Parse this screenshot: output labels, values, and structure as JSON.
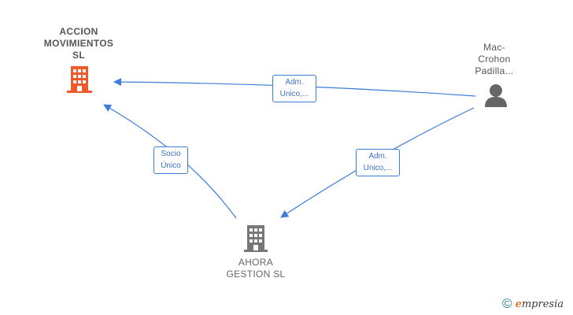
{
  "nodes": {
    "main": {
      "lines": [
        "ACCION",
        "MOVIMIENTOS",
        "SL"
      ],
      "icon": "building-icon",
      "color": "#f05a2a"
    },
    "person": {
      "lines": [
        "Mac-",
        "Crohon",
        "Padilla..."
      ],
      "icon": "person-icon",
      "color": "#666666"
    },
    "company": {
      "lines": [
        "AHORA",
        "GESTION SL"
      ],
      "icon": "building-icon",
      "color": "#777777"
    }
  },
  "edges": [
    {
      "from": "person",
      "to": "main",
      "lines": [
        "Adm.",
        "Unico,..."
      ]
    },
    {
      "from": "company",
      "to": "main",
      "lines": [
        "Socio",
        "Único"
      ]
    },
    {
      "from": "person",
      "to": "company",
      "lines": [
        "Adm.",
        "Unico,..."
      ]
    }
  ],
  "colors": {
    "edge": "#3b7dd8"
  },
  "footer": {
    "copyright": "©",
    "brand_initial": "e",
    "brand_rest": "mpresia"
  }
}
